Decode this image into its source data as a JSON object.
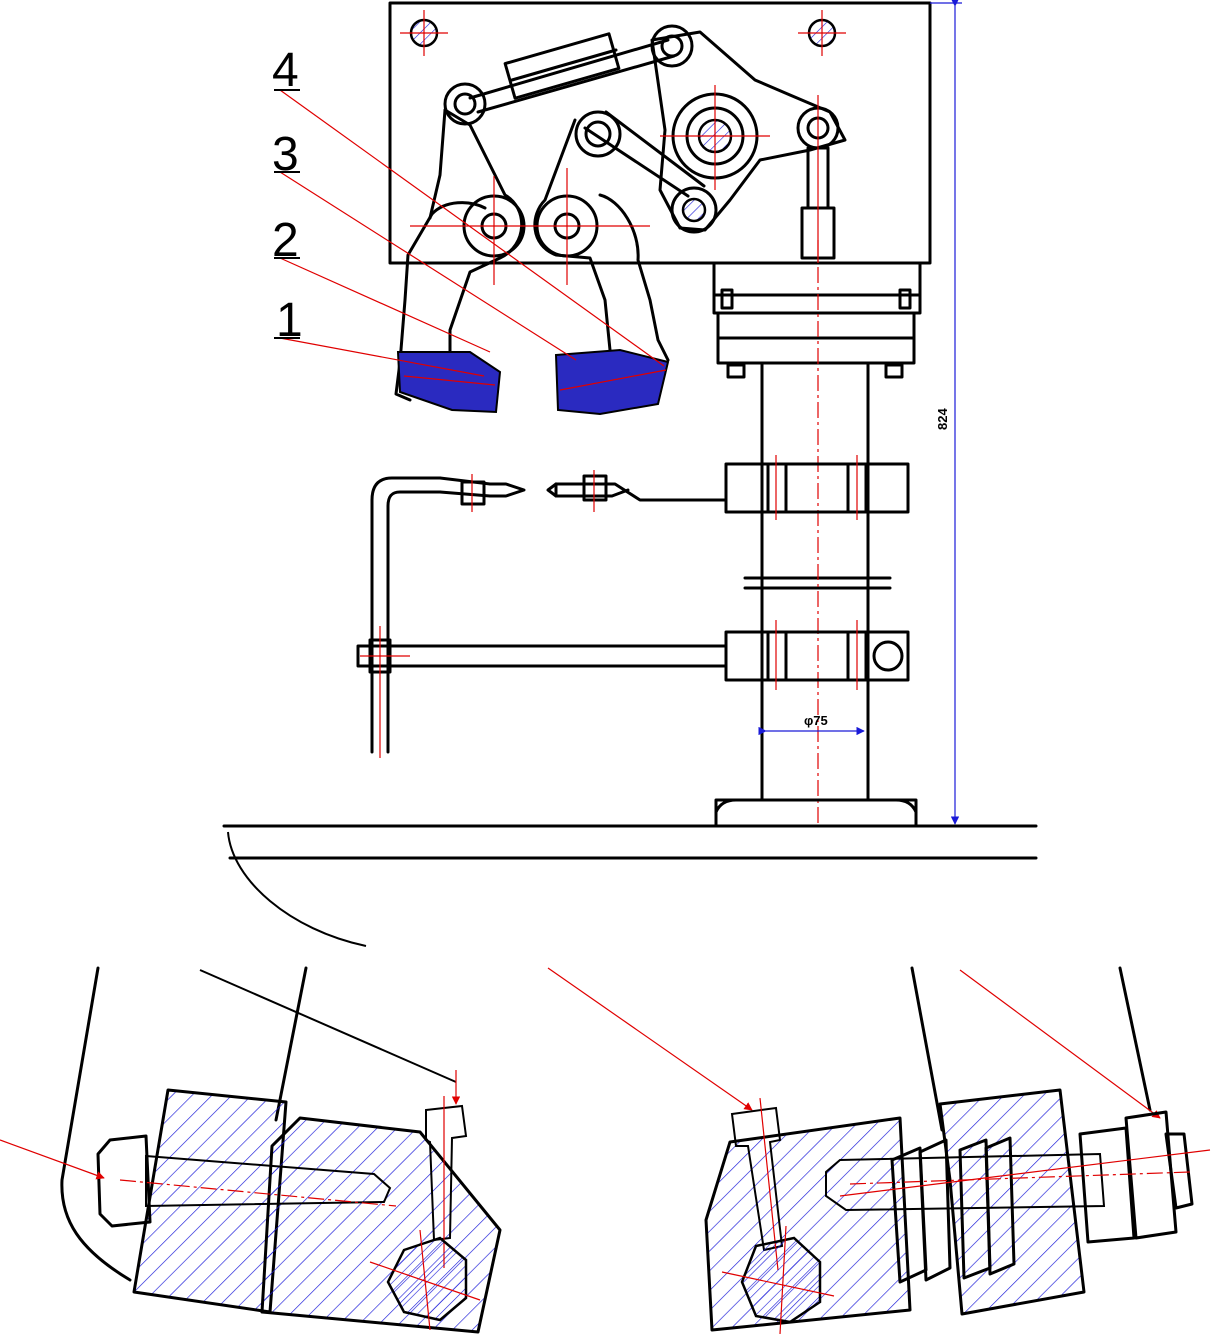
{
  "labels": {
    "part1": "1",
    "part2": "2",
    "part3": "3",
    "part4": "4"
  },
  "dimensions": {
    "overall_height": "824",
    "column_diameter": "φ75"
  },
  "colors": {
    "outline": "#000000",
    "centerline": "#e00000",
    "dimension": "#1a1ad8",
    "section_hatch": "#1a1ad8"
  }
}
